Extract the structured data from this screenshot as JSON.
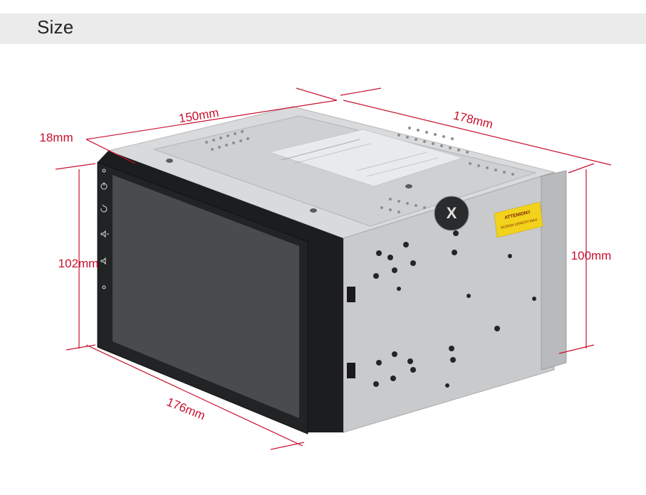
{
  "header": {
    "title": "Size"
  },
  "dimensions": {
    "top_front_width": "150mm",
    "top_depth": "178mm",
    "face_depth": "18mm",
    "front_height": "102mm",
    "rear_height": "100mm",
    "bottom_width": "176mm"
  },
  "sticker": {
    "line1": "ATTENION!!",
    "line2": "SCREW LENGTH MAX"
  },
  "colors": {
    "dimension_red": "#c8102e",
    "sticker_yellow": "#f2d21b",
    "header_bg": "#ebebeb"
  },
  "icons": [
    "mic-icon",
    "power-icon",
    "back-icon",
    "volume-up-icon",
    "volume-down-icon",
    "reset-icon",
    "logo-badge-icon"
  ]
}
